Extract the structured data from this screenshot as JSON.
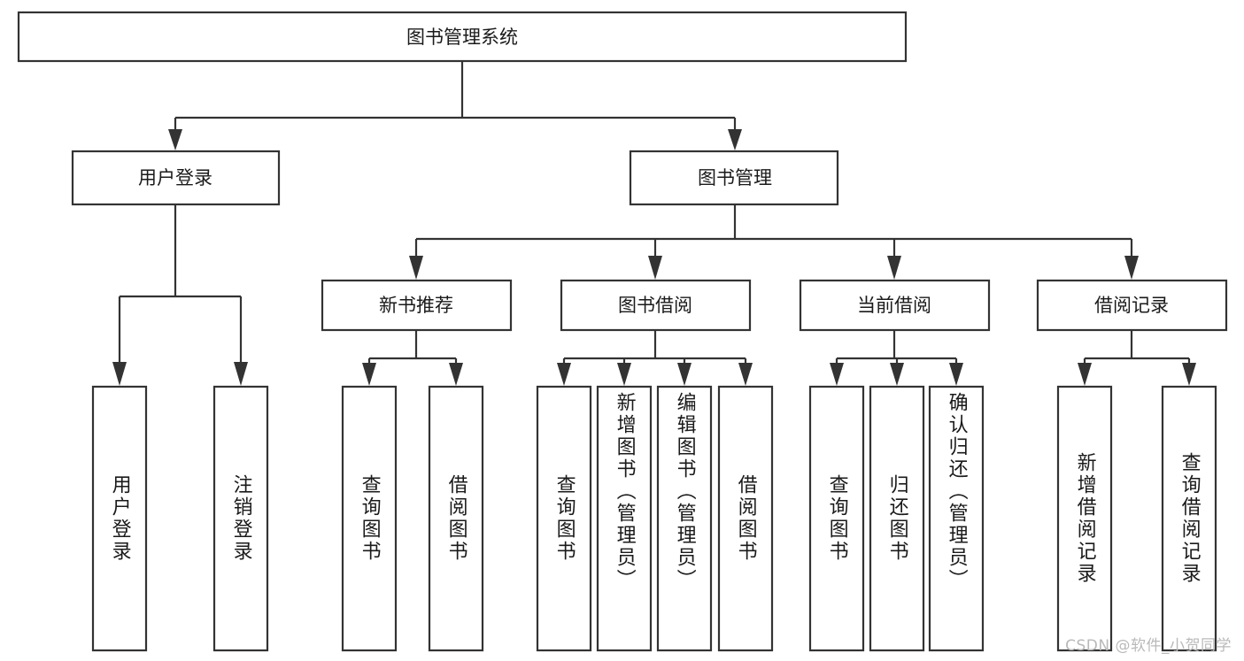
{
  "diagram": {
    "type": "tree",
    "title": "图书管理系统",
    "orientation": "top-down",
    "colors": {
      "box_stroke": "#333333",
      "box_fill": "#ffffff",
      "connector": "#333333",
      "text": "#1a1a1a",
      "background": "#ffffff",
      "watermark": "#b9b9b9"
    },
    "levels": {
      "root": "图书管理系统",
      "level2": [
        "用户登录",
        "图书管理"
      ],
      "level3": [
        "新书推荐",
        "图书借阅",
        "当前借阅",
        "借阅记录"
      ]
    }
  },
  "root": {
    "label": "图书管理系统"
  },
  "branches": [
    {
      "label": "用户登录",
      "leaves": [
        {
          "label": "用户登录"
        },
        {
          "label": "注销登录"
        }
      ]
    },
    {
      "label": "图书管理",
      "children": [
        {
          "label": "新书推荐",
          "leaves": [
            {
              "label": "查询图书"
            },
            {
              "label": "借阅图书"
            }
          ]
        },
        {
          "label": "图书借阅",
          "leaves": [
            {
              "label": "查询图书"
            },
            {
              "label": "新增图书（管理员）"
            },
            {
              "label": "编辑图书（管理员）"
            },
            {
              "label": "借阅图书"
            }
          ]
        },
        {
          "label": "当前借阅",
          "leaves": [
            {
              "label": "查询图书"
            },
            {
              "label": "归还图书"
            },
            {
              "label": "确认归还（管理员）"
            }
          ]
        },
        {
          "label": "借阅记录",
          "leaves": [
            {
              "label": "新增借阅记录"
            },
            {
              "label": "查询借阅记录"
            }
          ]
        }
      ]
    }
  ],
  "watermark": {
    "text": "CSDN @软件_小贺同学"
  }
}
